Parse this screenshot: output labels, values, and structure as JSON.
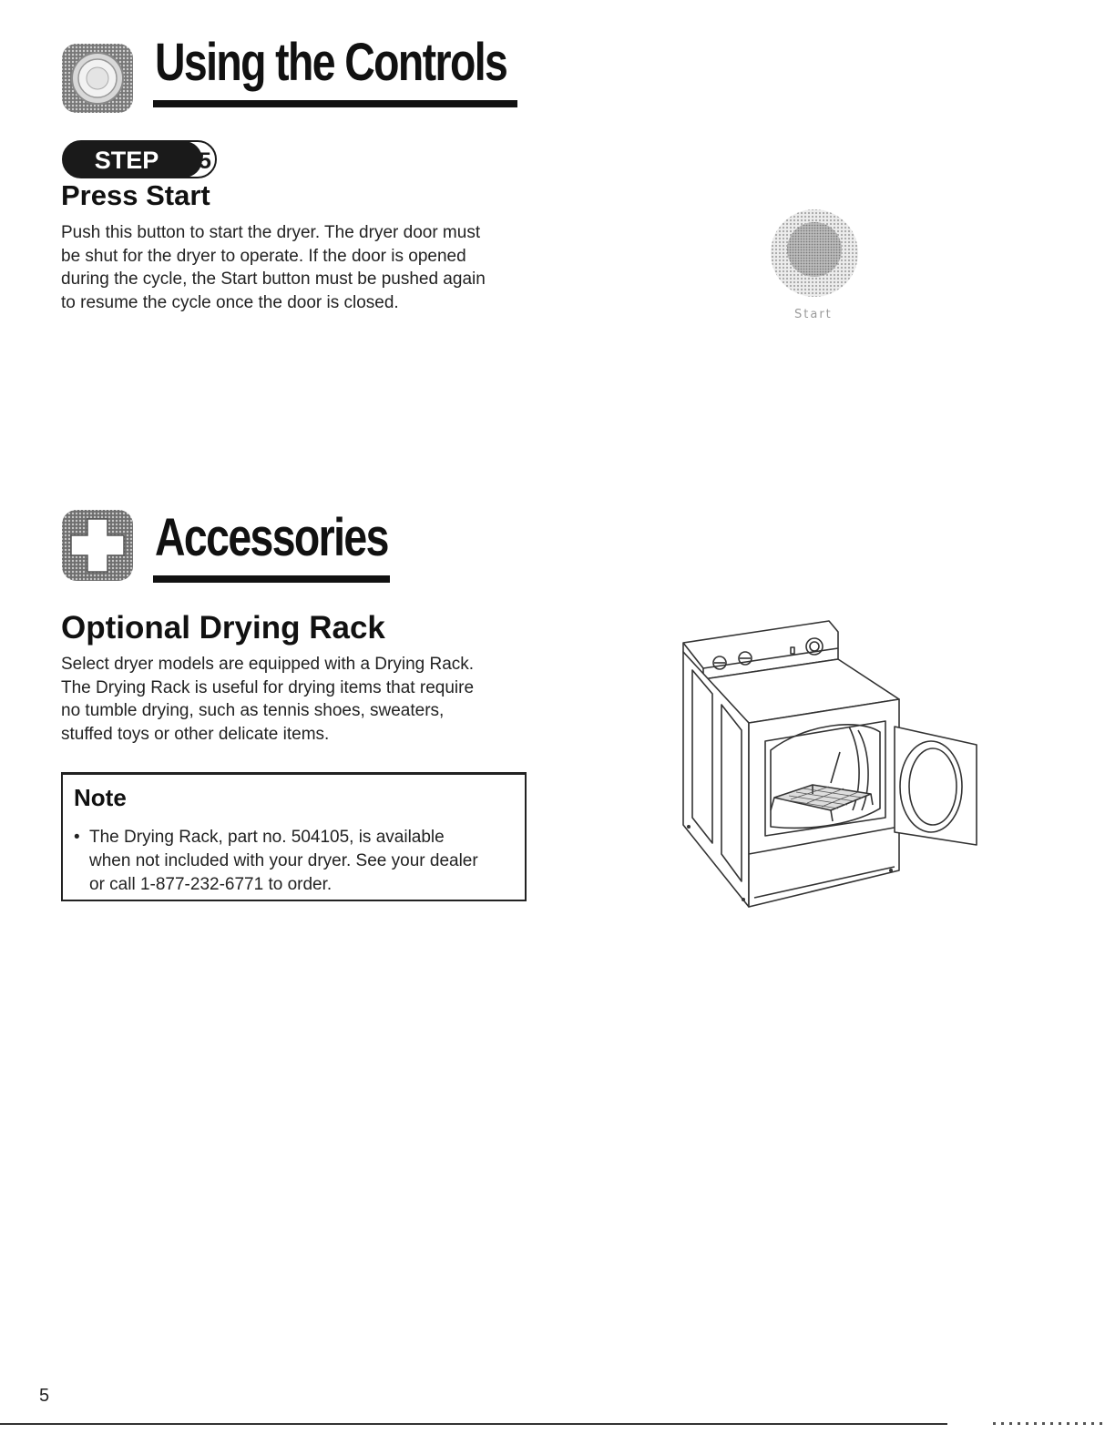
{
  "section1": {
    "title": "Using the Controls",
    "icon": "control-knob-icon"
  },
  "step": {
    "label": "STEP",
    "number": "5",
    "heading": "Press Start",
    "body": [
      "Push this button to start the dryer. The dryer door must",
      "be shut for the dryer to operate. If the door is opened",
      "during the cycle, the Start button must be pushed again",
      "to resume the cycle once the door is closed."
    ],
    "button_label": "Start",
    "button_icon": "start-button-icon"
  },
  "section2": {
    "title": "Accessories",
    "icon": "plus-icon"
  },
  "rack": {
    "heading": "Optional Drying Rack",
    "body": [
      "Select dryer models are equipped with a Drying Rack.",
      "The Drying Rack is useful for drying items that require",
      "no tumble drying, such as tennis shoes, sweaters,",
      "stuffed toys or other delicate items."
    ],
    "illustration_icon": "dryer-with-rack-icon"
  },
  "note": {
    "title": "Note",
    "bullet": "•",
    "lines": [
      "The Drying Rack, part no. 504105, is available",
      "when not included with your dryer. See your dealer",
      "or call 1-877-232-6771 to order."
    ]
  },
  "page_number": "5",
  "colors": {
    "ink": "#111111",
    "text": "#222222",
    "pill_dark": "#1a1a1a",
    "halftone": "#9a9a9a"
  }
}
